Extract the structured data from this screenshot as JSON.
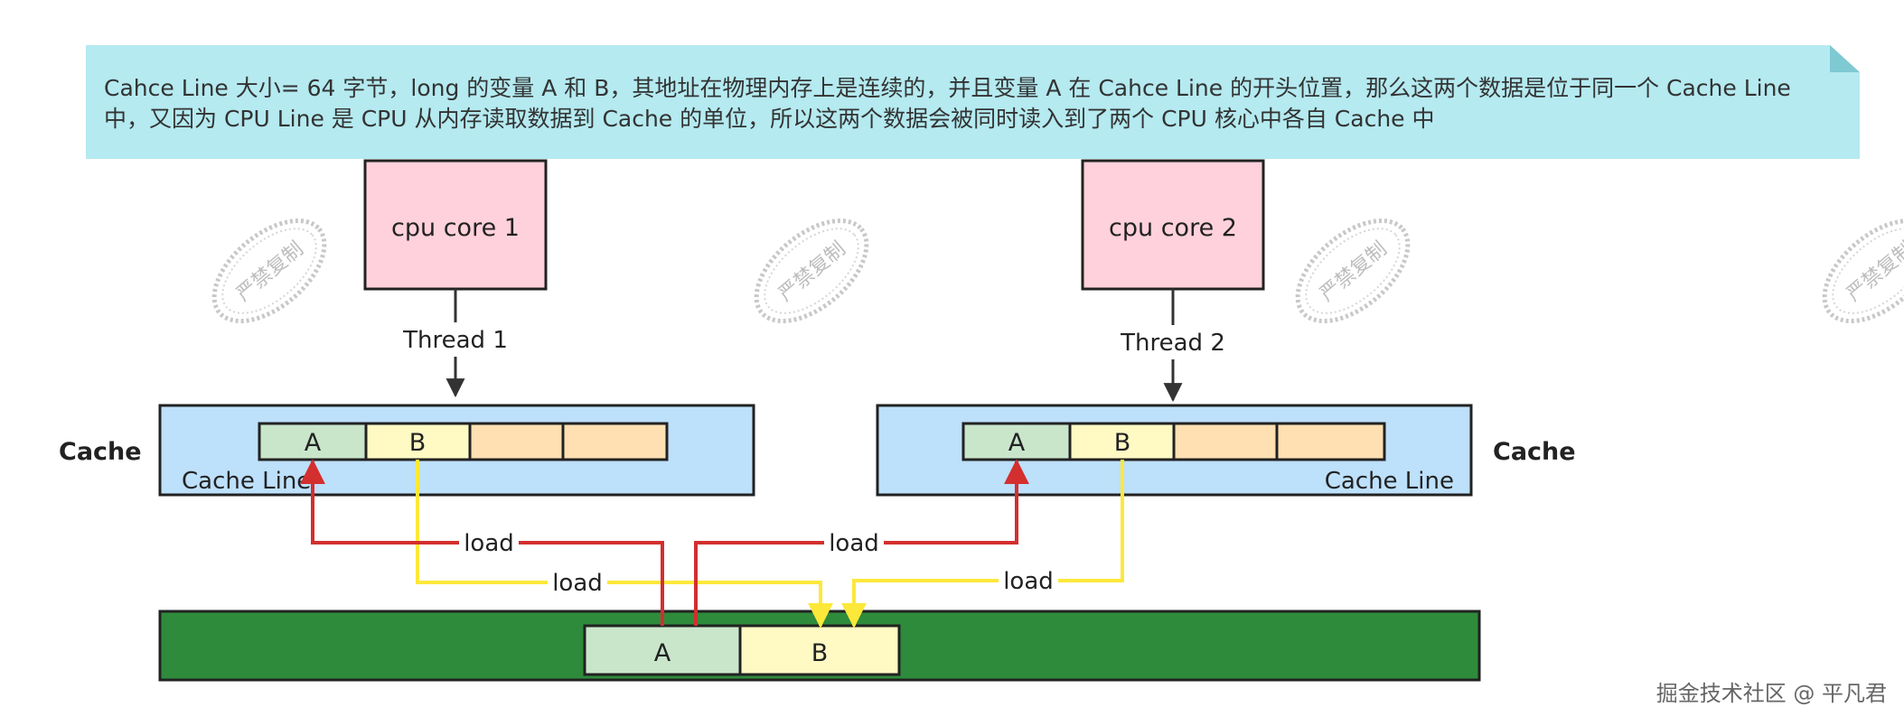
{
  "note": {
    "line1": "Cahce Line 大小= 64 字节，long 的变量 A 和 B，其地址在物理内存上是连续的，并且变量 A 在 Cahce Line 的开头位置，那么这两个数据是位于同一个 Cache Line",
    "line2": "中，又因为 CPU Line 是 CPU 从内存读取数据到 Cache 的单位，所以这两个数据会被同时读入到了两个 CPU 核心中各自 Cache 中"
  },
  "cores": [
    {
      "label": "cpu core 1",
      "thread": "Thread 1"
    },
    {
      "label": "cpu core 2",
      "thread": "Thread 2"
    }
  ],
  "caches": [
    {
      "side_label": "Cache",
      "line_label": "Cache Line",
      "cell_a": "A",
      "cell_b": "B"
    },
    {
      "side_label": "Cache",
      "line_label": "Cache Line",
      "cell_a": "A",
      "cell_b": "B"
    }
  ],
  "memory": {
    "cell_a": "A",
    "cell_b": "B"
  },
  "arrows": {
    "left_red": "load",
    "left_yellow": "load",
    "right_red": "load",
    "right_yellow": "load"
  },
  "watermark": "严禁复制",
  "credit": "掘金技术社区 @ 平凡君",
  "colors": {
    "note_bg": "#b4eaf0",
    "core_fill": "#ffd1dc",
    "cache_fill": "#bde0fb",
    "cell_a": "#c9e6cb",
    "cell_b": "#fff9c4",
    "cell_empty": "#ffe0b2",
    "memory_fill": "#2e8b3b",
    "red_arrow": "#d32f2f",
    "yellow_arrow": "#fce83a"
  }
}
